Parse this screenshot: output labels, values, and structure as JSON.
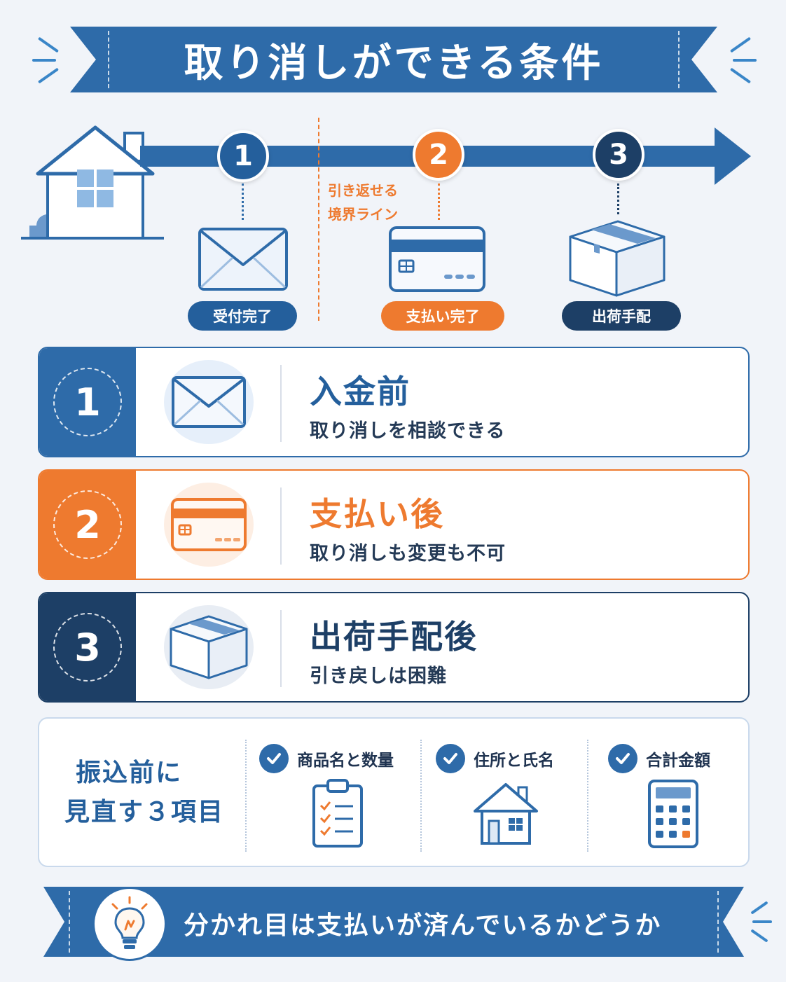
{
  "title": "取り消しができる条件",
  "timeline": {
    "steps": [
      {
        "number": "1",
        "label": "受付完了"
      },
      {
        "number": "2",
        "label": "支払い完了"
      },
      {
        "number": "3",
        "label": "出荷手配"
      }
    ],
    "boundary_line1": "引き返せる",
    "boundary_line2": "境界ライン"
  },
  "cards": [
    {
      "number": "1",
      "title": "入金前",
      "description": "取り消しを相談できる"
    },
    {
      "number": "2",
      "title": "支払い後",
      "description": "取り消しも変更も不可"
    },
    {
      "number": "3",
      "title": "出荷手配後",
      "description": "引き戻しは困難"
    }
  ],
  "checklist": {
    "heading_line1": "振込前に",
    "heading_line2": "見直す３項目",
    "items": [
      {
        "label": "商品名と数量",
        "icon": "clipboard-icon"
      },
      {
        "label": "住所と氏名",
        "icon": "house-icon"
      },
      {
        "label": "合計金額",
        "icon": "calculator-icon"
      }
    ]
  },
  "footer": {
    "message": "分かれ目は支払いが済んでいるかどうか",
    "icon": "lightbulb-icon"
  },
  "colors": {
    "primary_blue": "#2e6ba9",
    "orange": "#ee7a2f",
    "navy": "#1d3f66"
  }
}
